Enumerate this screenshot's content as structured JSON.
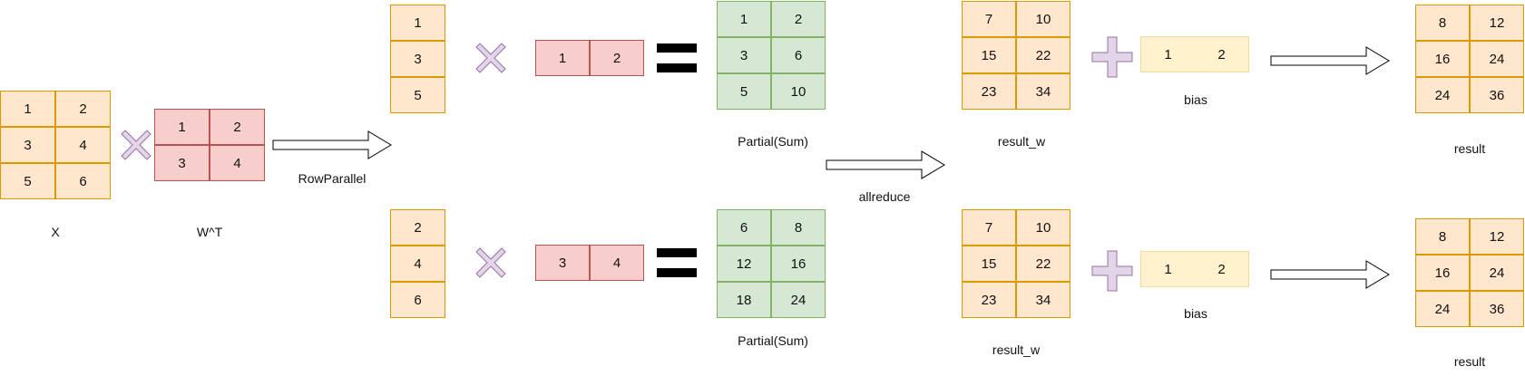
{
  "colors": {
    "orange_fill": "#ffe6cc",
    "orange_stroke": "#d79b00",
    "red_fill": "#f8cecc",
    "red_stroke": "#b85450",
    "green_fill": "#d5e8d4",
    "green_stroke": "#82b366",
    "yellow_fill": "#fff2cc",
    "op_fill": "#e1d5e7",
    "op_stroke": "#9673a6"
  },
  "x": {
    "label": "X",
    "cells": [
      "1",
      "2",
      "3",
      "4",
      "5",
      "6"
    ]
  },
  "wt": {
    "label": "W^T",
    "cells": [
      "1",
      "2",
      "3",
      "4"
    ]
  },
  "row_parallel_label": "RowParallel",
  "allreduce_label": "allreduce",
  "top": {
    "x_col": [
      "1",
      "3",
      "5"
    ],
    "w_row": [
      "1",
      "2"
    ],
    "partial": {
      "label": "Partial(Sum)",
      "cells": [
        "1",
        "2",
        "3",
        "6",
        "5",
        "10"
      ]
    },
    "result_w": {
      "label": "result_w",
      "cells": [
        "7",
        "10",
        "15",
        "22",
        "23",
        "34"
      ]
    },
    "bias": {
      "label": "bias",
      "cells": [
        "1",
        "2"
      ]
    },
    "result": {
      "label": "result",
      "cells": [
        "8",
        "12",
        "16",
        "24",
        "24",
        "36"
      ]
    }
  },
  "bottom": {
    "x_col": [
      "2",
      "4",
      "6"
    ],
    "w_row": [
      "3",
      "4"
    ],
    "partial": {
      "label": "Partial(Sum)",
      "cells": [
        "6",
        "8",
        "12",
        "16",
        "18",
        "24"
      ]
    },
    "result_w": {
      "label": "result_w",
      "cells": [
        "7",
        "10",
        "15",
        "22",
        "23",
        "34"
      ]
    },
    "bias": {
      "label": "bias",
      "cells": [
        "1",
        "2"
      ]
    },
    "result": {
      "label": "result",
      "cells": [
        "8",
        "12",
        "16",
        "24",
        "24",
        "36"
      ]
    }
  }
}
